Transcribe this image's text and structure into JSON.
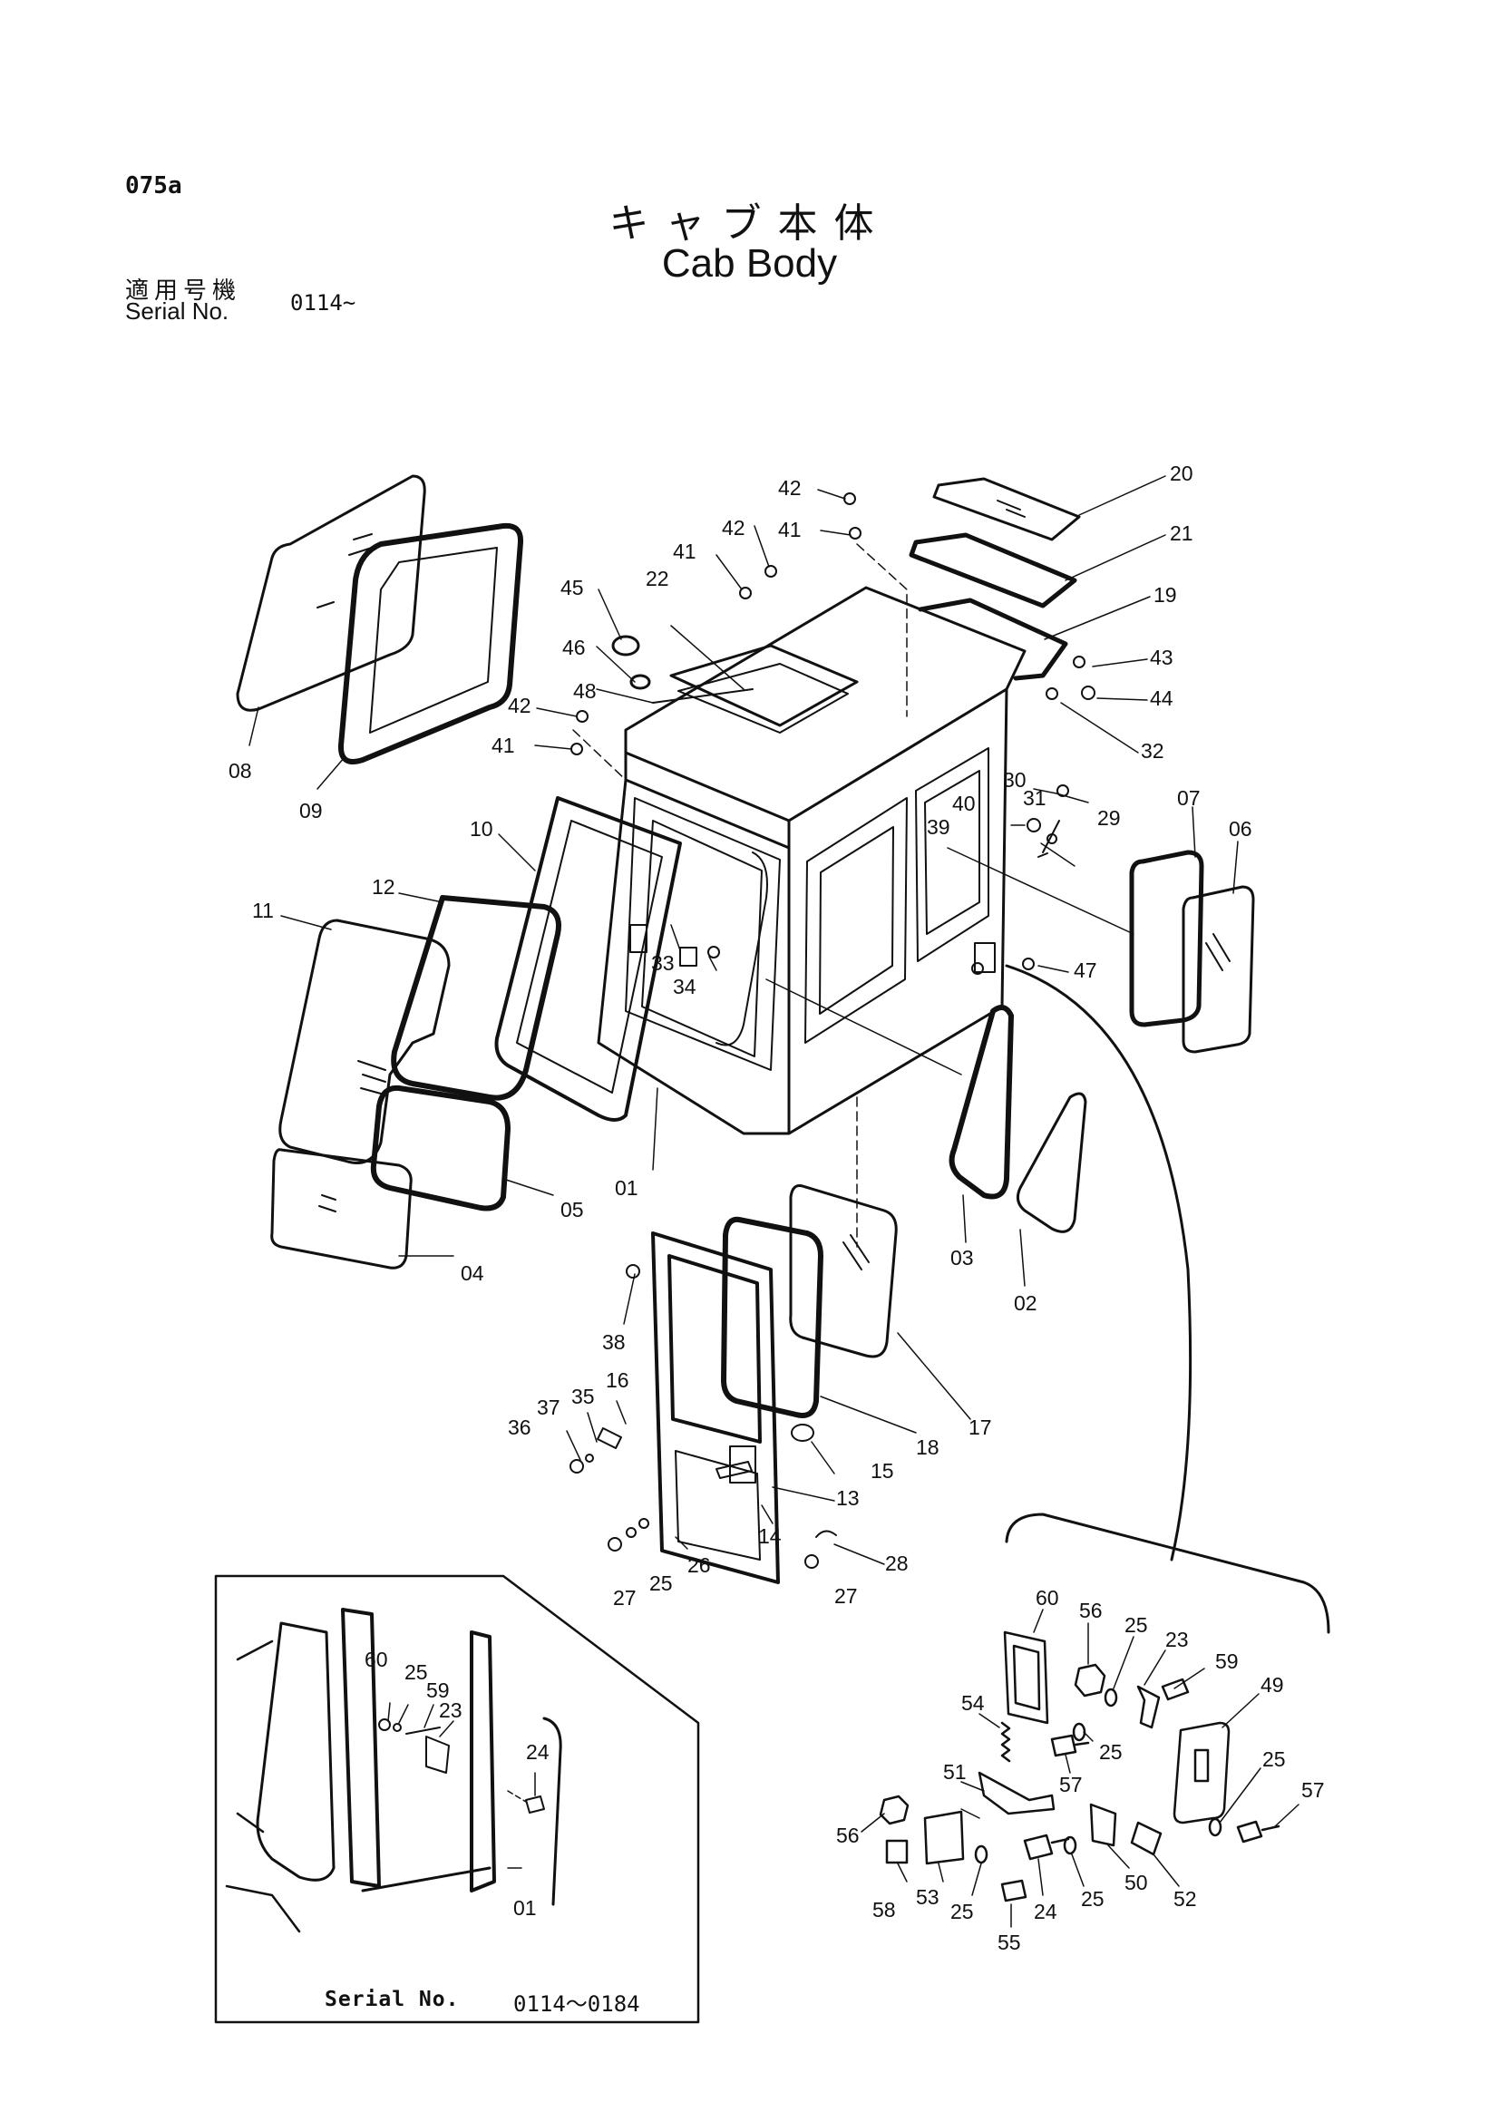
{
  "header": {
    "page_code": "075a",
    "title_jp": "キャブ本体",
    "title_en": "Cab Body",
    "applicability_label_jp": "適用号機",
    "applicability_label_en": "Serial No.",
    "applicability_value": "0114~"
  },
  "inset": {
    "serial_label": "Serial No.",
    "serial_range": "0114〜0184"
  },
  "callouts": {
    "c20": "20",
    "c21": "21",
    "c19": "19",
    "c43": "43",
    "c44": "44",
    "c32": "32",
    "c42a": "42",
    "c41a": "41",
    "c42b": "42",
    "c41b": "41",
    "c22": "22",
    "c45": "45",
    "c46": "46",
    "c48": "48",
    "c42c": "42",
    "c41c": "41",
    "c08": "08",
    "c09": "09",
    "c10": "10",
    "c12": "12",
    "c11": "11",
    "c33": "33",
    "c34": "34",
    "c05": "05",
    "c04": "04",
    "c01": "01",
    "c30": "30",
    "c31": "31",
    "c29": "29",
    "c40": "40",
    "c39": "39",
    "c07": "07",
    "c06": "06",
    "c47": "47",
    "c03": "03",
    "c02": "02",
    "c38": "38",
    "c17": "17",
    "c18": "18",
    "c16": "16",
    "c35": "35",
    "c37": "37",
    "c36": "36",
    "c15": "15",
    "c13": "13",
    "c14": "14",
    "c28": "28",
    "c26": "26",
    "c25a": "25",
    "c27a": "27",
    "c27b": "27",
    "i60": "60",
    "i25": "25",
    "i59": "59",
    "i23": "23",
    "i24": "24",
    "i01": "01",
    "d60": "60",
    "d56a": "56",
    "d25a": "25",
    "d23": "23",
    "d59": "59",
    "d49": "49",
    "d54": "54",
    "d25b": "25",
    "d57a": "57",
    "d25c": "25",
    "d57b": "57",
    "d51": "51",
    "d56b": "56",
    "d53": "53",
    "d58": "58",
    "d25d": "25",
    "d24": "24",
    "d25e": "25",
    "d50": "50",
    "d52": "52",
    "d55": "55"
  }
}
